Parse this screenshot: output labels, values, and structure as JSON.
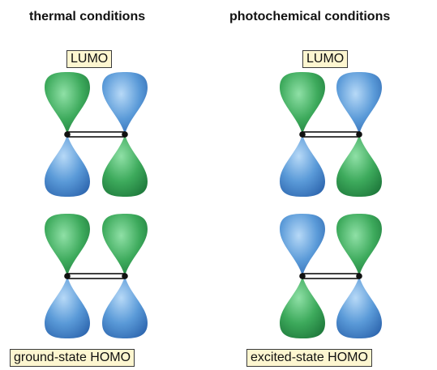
{
  "columns": [
    {
      "heading": "thermal conditions",
      "top_label": "LUMO",
      "bottom_label": "ground-state HOMO",
      "lumo_lobes": {
        "upper": [
          "green",
          "blue"
        ],
        "lower": [
          "blue",
          "green"
        ]
      },
      "homo_lobes": {
        "upper": [
          "green",
          "green"
        ],
        "lower": [
          "blue",
          "blue"
        ]
      }
    },
    {
      "heading": "photochemical conditions",
      "top_label": "LUMO",
      "bottom_label": "excited-state HOMO",
      "lumo_lobes": {
        "upper": [
          "green",
          "blue"
        ],
        "lower": [
          "blue",
          "green"
        ]
      },
      "homo_lobes": {
        "upper": [
          "blue",
          "green"
        ],
        "lower": [
          "green",
          "blue"
        ]
      }
    }
  ],
  "colors": {
    "green": "#3daa5c",
    "blue": "#5a9ad8",
    "label_bg": "#fdf6d0",
    "bond": "#111111"
  }
}
